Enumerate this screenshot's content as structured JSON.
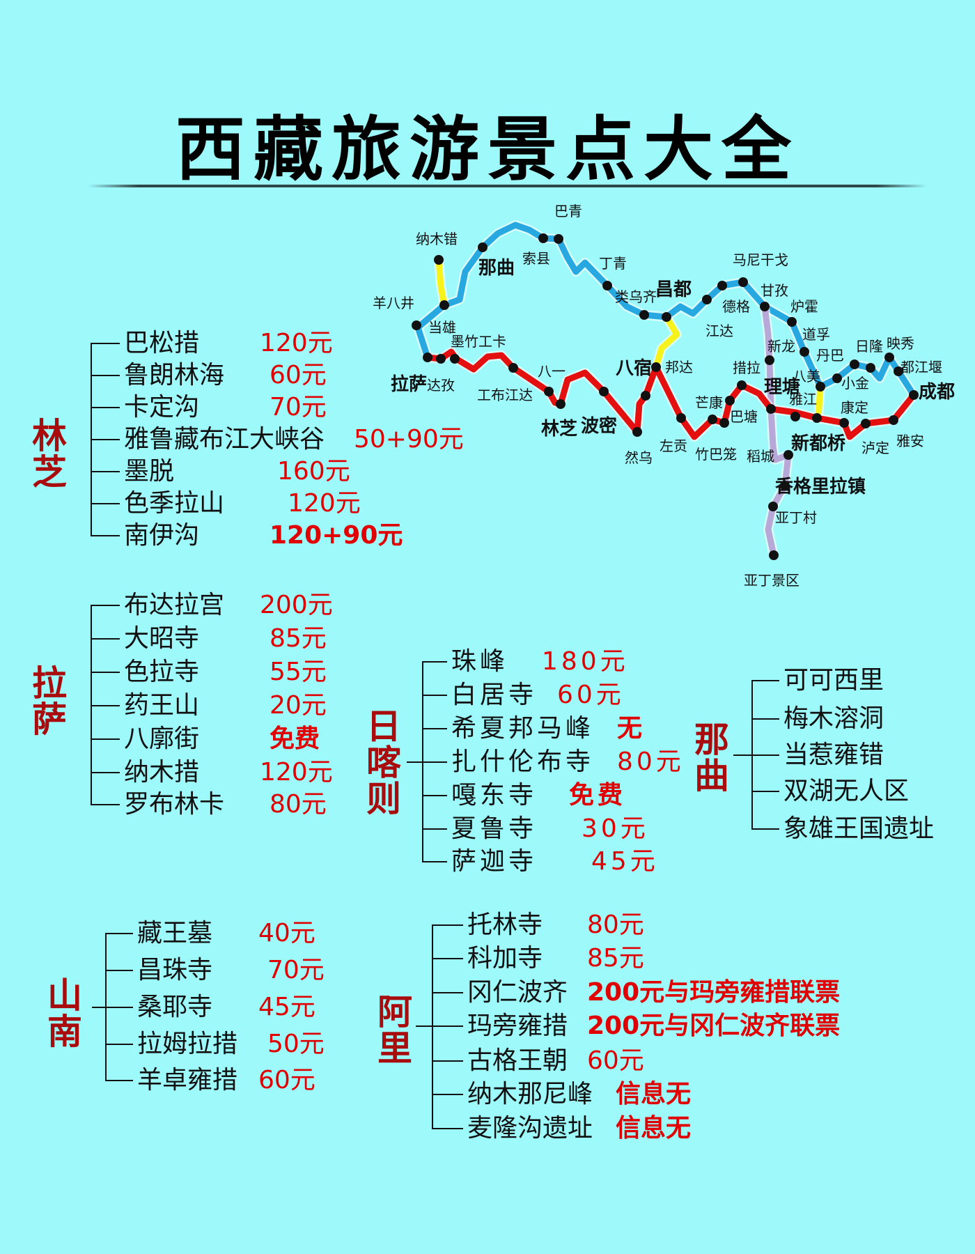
{
  "title": "西藏旅游景点大全",
  "colors": {
    "background": "#9ef9fb",
    "price": "#e00000",
    "region_label": "#a80c0c",
    "route_red": "#e41010",
    "route_blue": "#27a8e0",
    "route_yellow": "#f7f21c",
    "route_purple": "#b8a8d8"
  },
  "groups": [
    {
      "label": "林芝",
      "items": [
        {
          "name": "巴松措",
          "price": "120元"
        },
        {
          "name": "鲁朗林海",
          "price": "60元"
        },
        {
          "name": "卡定沟",
          "price": "70元"
        },
        {
          "name": "雅鲁藏布江大峡谷",
          "price": "50+90元"
        },
        {
          "name": "墨脱",
          "price": "160元"
        },
        {
          "name": "色季拉山",
          "price": "120元"
        },
        {
          "name": "南伊沟",
          "price": "120+90元"
        }
      ]
    },
    {
      "label": "拉萨",
      "items": [
        {
          "name": "布达拉宫",
          "price": "200元"
        },
        {
          "name": "大昭寺",
          "price": "85元"
        },
        {
          "name": "色拉寺",
          "price": "55元"
        },
        {
          "name": "药王山",
          "price": "20元"
        },
        {
          "name": "八廓街",
          "price": "免费"
        },
        {
          "name": "纳木措",
          "price": "120元"
        },
        {
          "name": "罗布林卡",
          "price": "80元"
        }
      ]
    },
    {
      "label": "日喀则",
      "items": [
        {
          "name": "珠峰",
          "price": "180元"
        },
        {
          "name": "白居寺",
          "price": "60元"
        },
        {
          "name": "希夏邦马峰",
          "price": "无"
        },
        {
          "name": "扎什伦布寺",
          "price": "80元"
        },
        {
          "name": "嘎东寺",
          "price": "免费"
        },
        {
          "name": "夏鲁寺",
          "price": "30元"
        },
        {
          "name": "萨迦寺",
          "price": "45元"
        }
      ]
    },
    {
      "label": "那曲",
      "items": [
        {
          "name": "可可西里",
          "price": ""
        },
        {
          "name": "梅木溶洞",
          "price": ""
        },
        {
          "name": "当惹雍错",
          "price": ""
        },
        {
          "name": "双湖无人区",
          "price": ""
        },
        {
          "name": "象雄王国遗址",
          "price": ""
        }
      ]
    },
    {
      "label": "山南",
      "items": [
        {
          "name": "藏王墓",
          "price": "40元"
        },
        {
          "name": "昌珠寺",
          "price": "70元"
        },
        {
          "name": "桑耶寺",
          "price": "45元"
        },
        {
          "name": "拉姆拉措",
          "price": "50元"
        },
        {
          "name": "羊卓雍措",
          "price": "60元"
        }
      ]
    },
    {
      "label": "阿里",
      "items": [
        {
          "name": "托林寺",
          "price": "80元"
        },
        {
          "name": "科加寺",
          "price": "85元"
        },
        {
          "name": "冈仁波齐",
          "price": "200元与玛旁雍措联票"
        },
        {
          "name": "玛旁雍措",
          "price": "200元与冈仁波齐联票"
        },
        {
          "name": "古格王朝",
          "price": "60元"
        },
        {
          "name": "纳木那尼峰",
          "price": "信息无"
        },
        {
          "name": "麦隆沟遗址",
          "price": "信息无"
        }
      ]
    }
  ],
  "map": {
    "labels": [
      "巴青",
      "纳木错",
      "那曲",
      "索县",
      "丁青",
      "羊八井",
      "当雄",
      "墨竹工卡",
      "拉萨",
      "达孜",
      "工布江达",
      "八一",
      "林芝",
      "波密",
      "然乌",
      "左贡",
      "类乌齐",
      "昌都",
      "八宿",
      "邦达",
      "马尼干戈",
      "德格",
      "江达",
      "甘孜",
      "炉霍",
      "道孚",
      "新龙",
      "丹巴",
      "日隆",
      "映秀",
      "都江堰",
      "成都",
      "八美",
      "小金",
      "雅江",
      "理塘",
      "措拉",
      "芒康",
      "巴塘",
      "康定",
      "竹巴笼",
      "稻城",
      "新都桥",
      "泸定",
      "雅安",
      "香格里拉镇",
      "亚丁村",
      "亚丁景区"
    ]
  }
}
